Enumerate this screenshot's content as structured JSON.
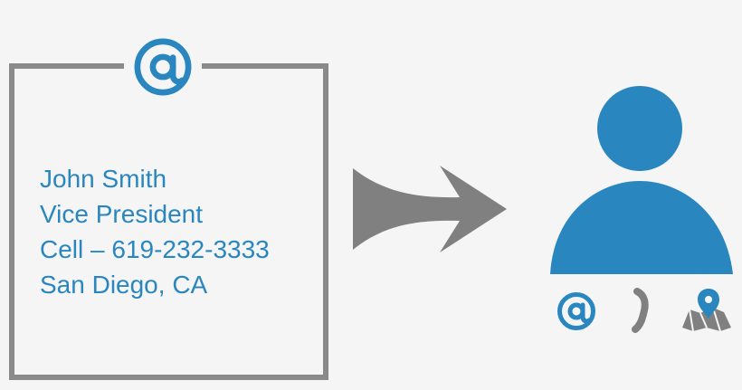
{
  "contact_card": {
    "name": "John Smith",
    "title": "Vice President",
    "cell": "Cell – 619-232-3333",
    "location": "San Diego, CA"
  },
  "icons": {
    "card_badge": "at-icon",
    "arrow": "arrow-right-icon",
    "person": "person-icon",
    "contact_methods": [
      "at-icon",
      "phone-icon",
      "map-pin-icon"
    ]
  },
  "colors": {
    "background": "#f5f5f5",
    "accent": "#2a86bf",
    "neutral": "#8a8a8a"
  }
}
